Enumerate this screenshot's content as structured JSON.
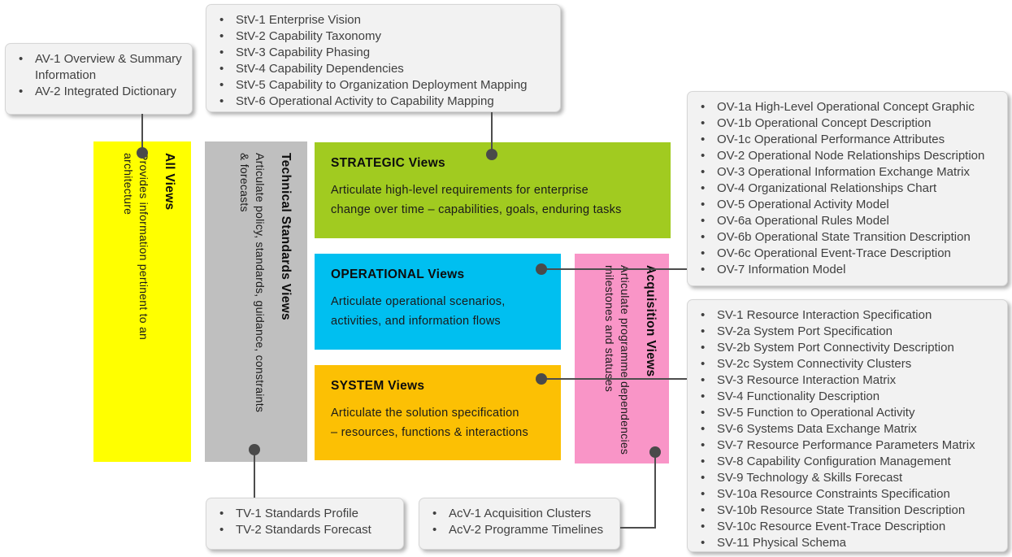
{
  "callouts": {
    "av": {
      "items": [
        "AV-1 Overview & Summary Information",
        "AV-2 Integrated Dictionary"
      ]
    },
    "stv": {
      "items": [
        "StV-1 Enterprise Vision",
        "StV-2 Capability Taxonomy",
        "StV-3 Capability Phasing",
        "StV-4 Capability Dependencies",
        "StV-5 Capability to Organization Deployment Mapping",
        "StV-6 Operational Activity to Capability Mapping"
      ]
    },
    "ov": {
      "items": [
        "OV-1a High-Level Operational Concept Graphic",
        "OV-1b Operational Concept Description",
        "OV-1c Operational Performance Attributes",
        "OV-2 Operational Node Relationships Description",
        "OV-3 Operational Information Exchange Matrix",
        "OV-4 Organizational Relationships Chart",
        "OV-5 Operational Activity Model",
        "OV-6a Operational Rules Model",
        "OV-6b Operational State Transition Description",
        "OV-6c Operational Event-Trace Description",
        "OV-7 Information Model"
      ]
    },
    "sv": {
      "items": [
        "SV-1 Resource Interaction Specification",
        "SV-2a System Port Specification",
        "SV-2b System Port Connectivity Description",
        "SV-2c System Connectivity Clusters",
        "SV-3 Resource Interaction Matrix",
        "SV-4 Functionality Description",
        "SV-5 Function to Operational Activity",
        "SV-6 Systems Data Exchange Matrix",
        "SV-7 Resource Performance Parameters Matrix",
        "SV-8 Capability Configuration Management",
        "SV-9 Technology & Skills Forecast",
        "SV-10a Resource Constraints Specification",
        "SV-10b Resource State Transition Description",
        "SV-10c Resource Event-Trace Description",
        "SV-11 Physical Schema"
      ]
    },
    "tv": {
      "items": [
        "TV-1 Standards Profile",
        "TV-2 Standards Forecast"
      ]
    },
    "acv": {
      "items": [
        "AcV-1 Acquisition Clusters",
        "AcV-2 Programme Timelines"
      ]
    }
  },
  "blocks": {
    "all_views": {
      "title": "All Views",
      "desc": "Provides information pertinent to an architecture",
      "color": "#FFFF00"
    },
    "technical": {
      "title": "Technical Standards Views",
      "desc": "Articulate policy, standards, guidance, constraints & forecasts",
      "color": "#BFBFBF"
    },
    "strategic": {
      "title": "STRATEGIC Views",
      "desc": [
        "Articulate high-level requirements for enterprise",
        "change over time – capabilities, goals, enduring tasks"
      ],
      "color": "#A1CB20"
    },
    "operational": {
      "title": "OPERATIONAL Views",
      "desc": [
        "Articulate operational scenarios,",
        "activities, and information flows"
      ],
      "color": "#00BFF0"
    },
    "system": {
      "title": "SYSTEM Views",
      "desc": [
        "Articulate the solution specification",
        "– resources, functions & interactions"
      ],
      "color": "#FCC004"
    },
    "acquisition": {
      "title": "Acquisition Views",
      "desc": "Articulate programme dependencies milestones and statuses",
      "color": "#F995C7"
    }
  },
  "connector_color": "#4d4d4d"
}
